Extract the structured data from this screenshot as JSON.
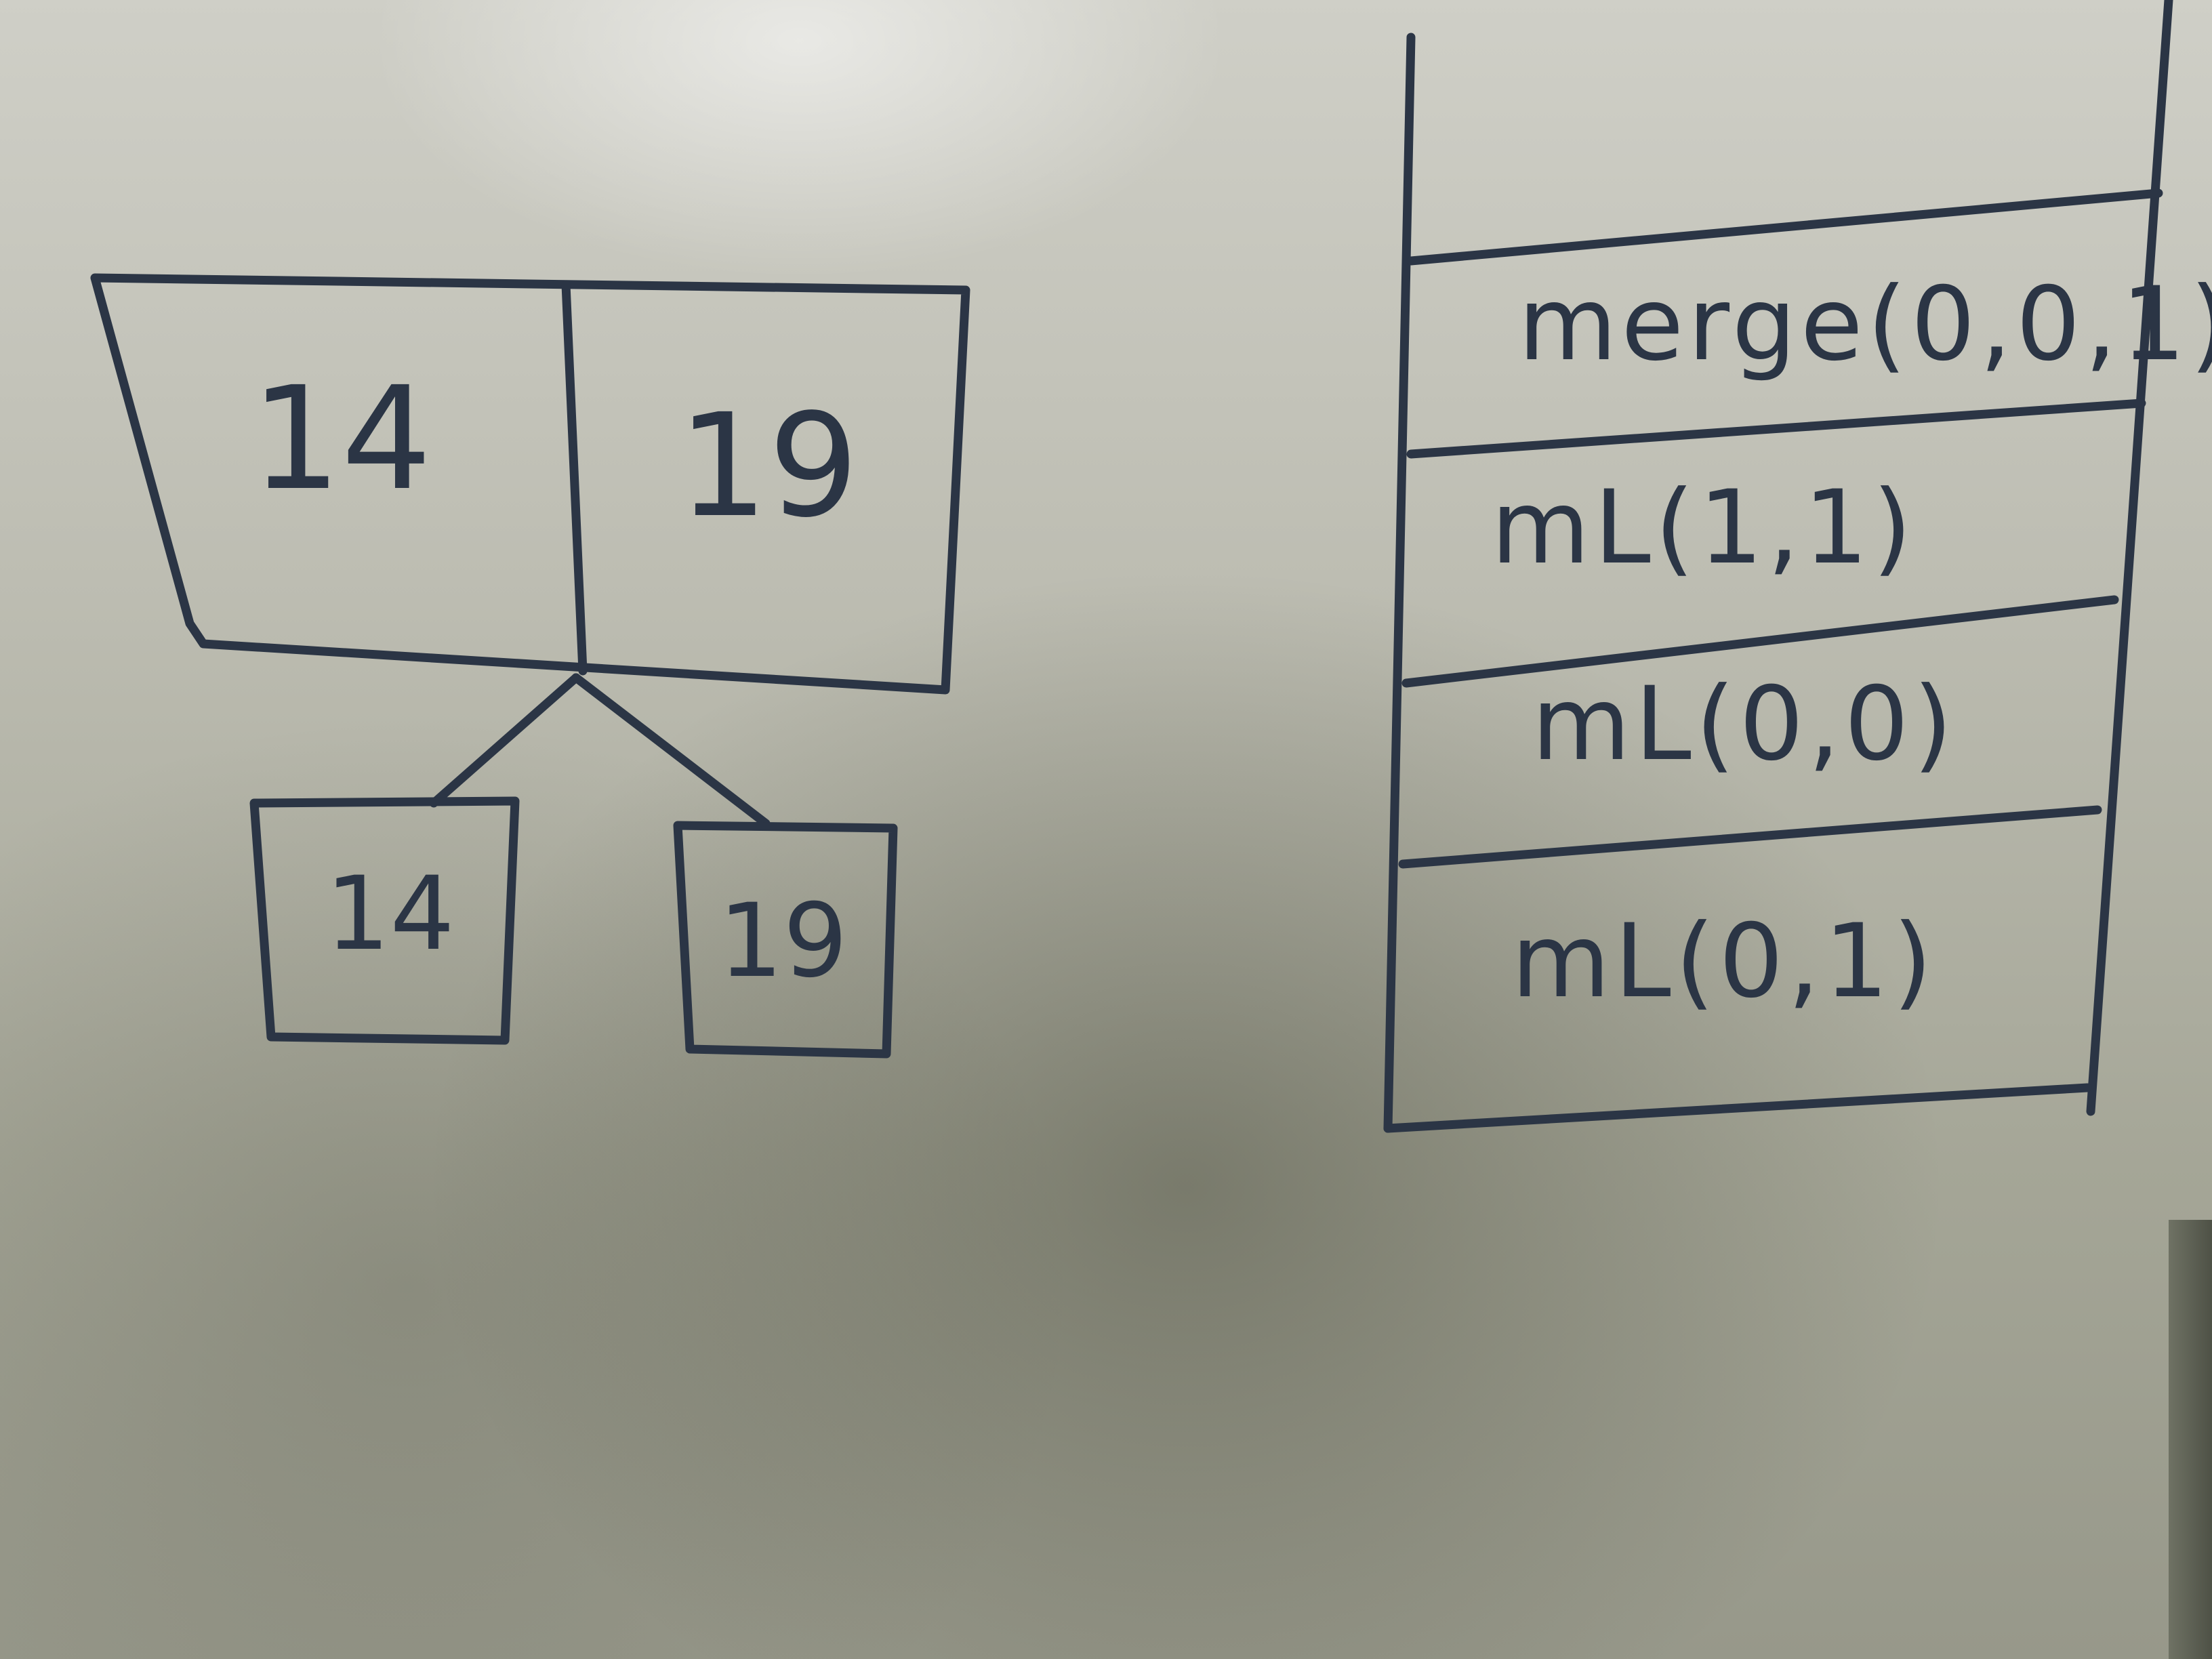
{
  "array": {
    "cells": [
      "14",
      "19"
    ]
  },
  "children": [
    {
      "value": "14"
    },
    {
      "value": "19"
    }
  ],
  "call_stack": {
    "frames": [
      "merge(0,0,1)",
      "mL(1,1)",
      "mL(0,0)",
      "mL(0,1)"
    ]
  },
  "colors": {
    "ink": "#2b3545",
    "board": "#c4c4ba"
  }
}
